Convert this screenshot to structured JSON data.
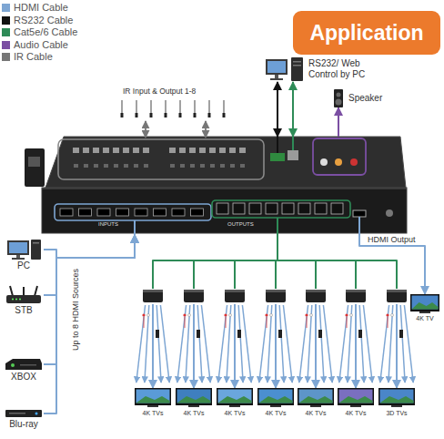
{
  "diagram": {
    "title": "Application",
    "nodes": [
      {
        "text": [
          "RS232/ Web Control by PC"
        ]
      },
      {
        "text": [
          "Speaker"
        ]
      },
      {
        "text": [
          "INPUTS",
          "OUTPUTS"
        ]
      },
      {
        "text": [
          "PC"
        ]
      },
      {
        "text": [
          "STB"
        ]
      },
      {
        "text": [
          "XBOX"
        ]
      },
      {
        "text": [
          "Blu-ray"
        ]
      },
      {
        "text": [
          "4K TV"
        ]
      },
      {
        "text": [
          "4K TVs"
        ]
      },
      {
        "text": [
          "4K TVs"
        ]
      },
      {
        "text": [
          "4K TVs"
        ]
      },
      {
        "text": [
          "4K TVs"
        ]
      },
      {
        "text": [
          "4K TVs"
        ]
      },
      {
        "text": [
          "4K TVs"
        ]
      },
      {
        "text": [
          "3D TVs"
        ]
      }
    ],
    "edges": [
      {
        "from": 0,
        "to": 2,
        "arrow": "both"
      },
      {
        "from": 0,
        "to": 2,
        "arrow": "both"
      },
      {
        "from": 2,
        "to": 1,
        "arrow": "to"
      },
      {
        "from": 3,
        "to": 2,
        "arrow": "to"
      },
      {
        "from": 4,
        "to": 2,
        "arrow": "to"
      },
      {
        "from": 5,
        "to": 2,
        "arrow": "to"
      },
      {
        "from": 6,
        "to": 2,
        "arrow": "to"
      },
      {
        "from": 2,
        "to": 7,
        "label": "HDMI Output",
        "arrow": "to"
      },
      {
        "from": 2,
        "to": 8,
        "arrow": "to"
      },
      {
        "from": 2,
        "to": 9,
        "arrow": "to"
      },
      {
        "from": 2,
        "to": 10,
        "arrow": "to"
      },
      {
        "from": 2,
        "to": 11,
        "arrow": "to"
      },
      {
        "from": 2,
        "to": 12,
        "arrow": "to"
      },
      {
        "from": 2,
        "to": 13,
        "arrow": "to"
      },
      {
        "from": 2,
        "to": 14,
        "arrow": "to"
      }
    ],
    "labels": [
      "IR Input & Output 1-8",
      "Up to 8 HDMI Sources"
    ],
    "legend": [
      {
        "text": "HDMI Cable",
        "color": "#7ea6d3"
      },
      {
        "text": "RS232 Cable",
        "color": "#111111"
      },
      {
        "text": "Cat5e/6 Cable",
        "color": "#2e8b57"
      },
      {
        "text": "Audio Cable",
        "color": "#7b4fa3"
      },
      {
        "text": "IR Cable",
        "color": "#777777"
      }
    ]
  }
}
